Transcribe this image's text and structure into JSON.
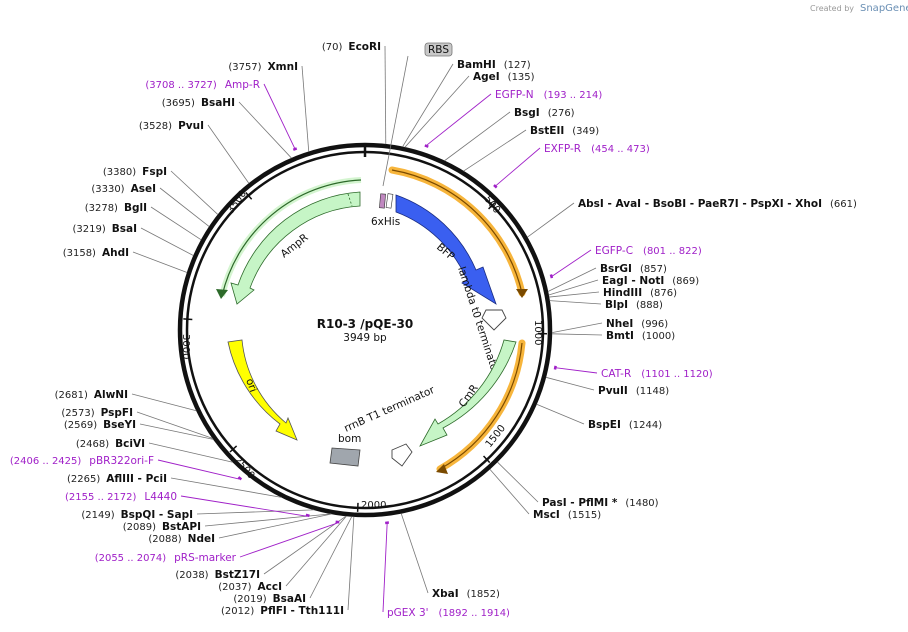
{
  "plasmid": {
    "name": "R10-3 /pQE-30",
    "size_label": "3949 bp",
    "length": 3949
  },
  "branding": {
    "created_by": "Created by",
    "brand": "SnapGene"
  },
  "ring_ticks": [
    {
      "label": "500",
      "pos": 500
    },
    {
      "label": "1000",
      "pos": 1000
    },
    {
      "label": "1500",
      "pos": 1500
    },
    {
      "label": "2000",
      "pos": 2000
    },
    {
      "label": "2500",
      "pos": 2500
    },
    {
      "label": "3000",
      "pos": 3000
    },
    {
      "label": "3500",
      "pos": 3500
    }
  ],
  "enzymes": [
    {
      "pos_label": "(70)",
      "name": "EcoRI",
      "pos": 70
    },
    {
      "pos_label": "(127)",
      "name": "BamHI",
      "pos": 127
    },
    {
      "pos_label": "(135)",
      "name": "AgeI",
      "pos": 135
    },
    {
      "pos_label": "(276)",
      "name": "BsgI",
      "pos": 276
    },
    {
      "pos_label": "(349)",
      "name": "BstEII",
      "pos": 349
    },
    {
      "pos_label": "(661)",
      "name": "AbsI  - AvaI  - BsoBI  - PaeR7I  - PspXI  - XhoI",
      "pos": 661
    },
    {
      "pos_label": "(857)",
      "name": "BsrGI",
      "pos": 857
    },
    {
      "pos_label": "(869)",
      "name": "EagI  - NotI",
      "pos": 869
    },
    {
      "pos_label": "(876)",
      "name": "HindIII",
      "pos": 876
    },
    {
      "pos_label": "(888)",
      "name": "BlpI",
      "pos": 888
    },
    {
      "pos_label": "(996)",
      "name": "NheI",
      "pos": 996
    },
    {
      "pos_label": "(1000)",
      "name": "BmtI",
      "pos": 1000
    },
    {
      "pos_label": "(1148)",
      "name": "PvuII",
      "pos": 1148
    },
    {
      "pos_label": "(1244)",
      "name": "BspEI",
      "pos": 1244
    },
    {
      "pos_label": "(1480)",
      "name": "PasI  - PflMI *",
      "pos": 1480
    },
    {
      "pos_label": "(1515)",
      "name": "MscI",
      "pos": 1515
    },
    {
      "pos_label": "(1852)",
      "name": "XbaI",
      "pos": 1852
    },
    {
      "pos_label": "(2012)",
      "name": "PflFI  - Tth111I",
      "pos": 2012
    },
    {
      "pos_label": "(2019)",
      "name": "BsaAI",
      "pos": 2019
    },
    {
      "pos_label": "(2037)",
      "name": "AccI",
      "pos": 2037
    },
    {
      "pos_label": "(2038)",
      "name": "BstZ17I",
      "pos": 2038
    },
    {
      "pos_label": "(2088)",
      "name": "NdeI",
      "pos": 2088
    },
    {
      "pos_label": "(2089)",
      "name": "BstAPI",
      "pos": 2089
    },
    {
      "pos_label": "(2149)",
      "name": "BspQI  - SapI",
      "pos": 2149
    },
    {
      "pos_label": "(2265)",
      "name": "AflIII  - PciI",
      "pos": 2265
    },
    {
      "pos_label": "(2468)",
      "name": "BciVI",
      "pos": 2468
    },
    {
      "pos_label": "(2569)",
      "name": "BseYI",
      "pos": 2569
    },
    {
      "pos_label": "(2573)",
      "name": "PspFI",
      "pos": 2573
    },
    {
      "pos_label": "(2681)",
      "name": "AlwNI",
      "pos": 2681
    },
    {
      "pos_label": "(3158)",
      "name": "AhdI",
      "pos": 3158
    },
    {
      "pos_label": "(3219)",
      "name": "BsaI",
      "pos": 3219
    },
    {
      "pos_label": "(3278)",
      "name": "BglI",
      "pos": 3278
    },
    {
      "pos_label": "(3330)",
      "name": "AseI",
      "pos": 3330
    },
    {
      "pos_label": "(3380)",
      "name": "FspI",
      "pos": 3380
    },
    {
      "pos_label": "(3528)",
      "name": "PvuI",
      "pos": 3528
    },
    {
      "pos_label": "(3695)",
      "name": "BsaHI",
      "pos": 3695
    },
    {
      "pos_label": "(3757)",
      "name": "XmnI",
      "pos": 3757
    }
  ],
  "primers": [
    {
      "name": "EGFP-N",
      "range": "(193 .. 214)",
      "pos": 203
    },
    {
      "name": "EXFP-R",
      "range": "(454 .. 473)",
      "pos": 463
    },
    {
      "name": "EGFP-C",
      "range": "(801 .. 822)",
      "pos": 811
    },
    {
      "name": "CAT-R",
      "range": "(1101 .. 1120)",
      "pos": 1110
    },
    {
      "name": "pGEX 3'",
      "range": "(1892 .. 1914)",
      "pos": 1903
    },
    {
      "name": "pRS-marker",
      "range": "(2055 .. 2074)",
      "pos": 2064
    },
    {
      "name": "L4440",
      "range": "(2155 .. 2172)",
      "pos": 2163
    },
    {
      "name": "pBR322ori-F",
      "range": "(2406 .. 2425)",
      "pos": 2415
    },
    {
      "name": "Amp-R",
      "range": "(3708 .. 3727)",
      "pos": 3717
    }
  ],
  "features": [
    {
      "name": "RBS",
      "type": "rbs-box"
    },
    {
      "name": "6xHis",
      "type": "tag"
    },
    {
      "name": "BFP",
      "type": "cds",
      "color": "#3a5ff0"
    },
    {
      "name": "lambda t0 terminator",
      "type": "terminator"
    },
    {
      "name": "CmR",
      "type": "cds",
      "color": "#c6f5c6"
    },
    {
      "name": "rrnB T1 terminator",
      "type": "terminator"
    },
    {
      "name": "bom",
      "type": "misc",
      "color": "#a0a6ad"
    },
    {
      "name": "ori",
      "type": "origin",
      "color": "#ffff00"
    },
    {
      "name": "AmpR",
      "type": "cds",
      "color": "#c6f5c6"
    }
  ],
  "colors": {
    "orf": "#f7b53b",
    "primer": "#a020c8",
    "backbone": "#111111"
  }
}
